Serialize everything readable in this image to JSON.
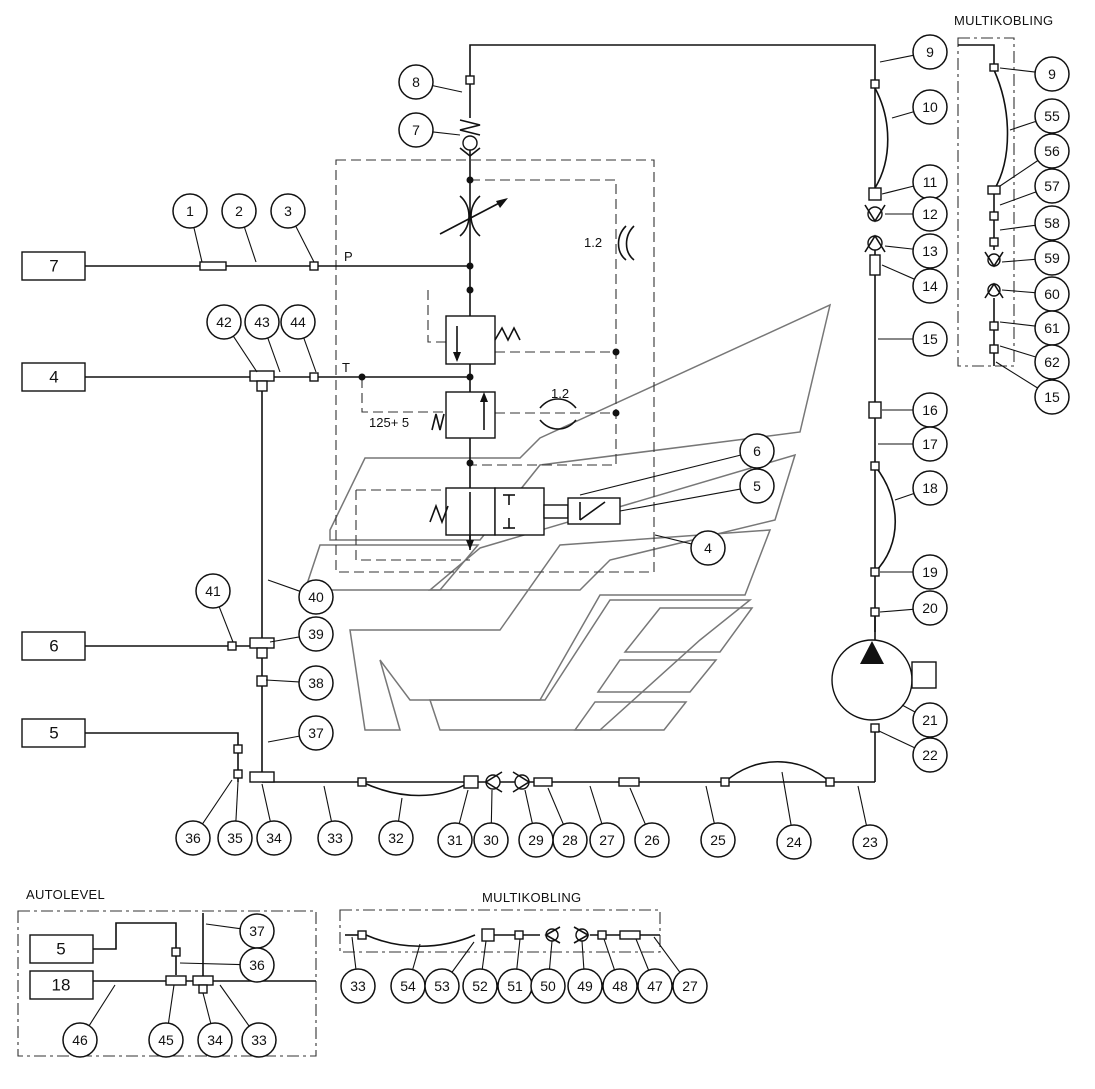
{
  "labels": {
    "multikobling_top": "MULTIKOBLING",
    "multikobling_bottom": "MULTIKOBLING",
    "autolevel": "AUTOLEVEL",
    "port_p": "P",
    "port_t": "T",
    "orifice_top": "1.2",
    "orifice_mid": "1.2",
    "relief_setting": "125+ 5"
  },
  "port_boxes": [
    "7",
    "4",
    "6",
    "5",
    "5",
    "18"
  ],
  "callouts": [
    "1",
    "2",
    "3",
    "4",
    "5",
    "6",
    "7",
    "8",
    "9",
    "10",
    "11",
    "12",
    "13",
    "14",
    "15",
    "16",
    "17",
    "18",
    "19",
    "20",
    "21",
    "22",
    "23",
    "24",
    "25",
    "26",
    "27",
    "28",
    "29",
    "30",
    "31",
    "32",
    "33",
    "34",
    "35",
    "36",
    "37",
    "38",
    "39",
    "40",
    "41",
    "42",
    "43",
    "44",
    "9",
    "55",
    "56",
    "57",
    "58",
    "59",
    "60",
    "61",
    "62",
    "15",
    "33",
    "54",
    "53",
    "52",
    "51",
    "50",
    "49",
    "48",
    "47",
    "27",
    "37",
    "36",
    "46",
    "45",
    "34",
    "33"
  ]
}
